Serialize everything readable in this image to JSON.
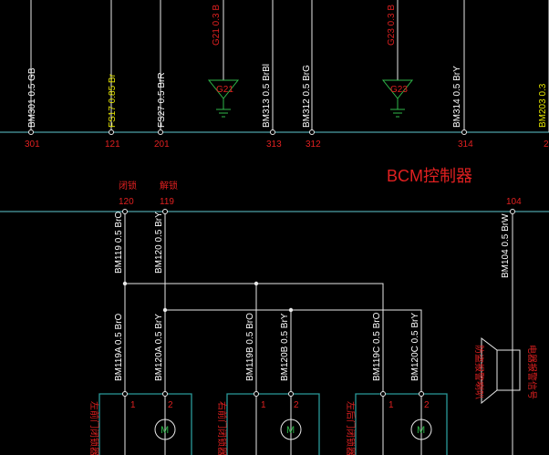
{
  "top_wires": [
    {
      "id": "BM301 0.5 GB",
      "pin": "301",
      "color": "white"
    },
    {
      "id": "FS17 0.85 Br",
      "pin": "121",
      "color": "yellow"
    },
    {
      "id": "FS27 0.5 BrR",
      "pin": "201",
      "color": "white"
    },
    {
      "id": "BM313 0.5 BrBl",
      "pin": "313",
      "color": "white"
    },
    {
      "id": "BM312 0.5 BrG",
      "pin": "312",
      "color": "white"
    },
    {
      "id": "BM314 0.5 BrY",
      "pin": "314",
      "color": "white"
    },
    {
      "id": "BM203 0.3",
      "pin": "2",
      "color": "yellow"
    }
  ],
  "ground_points": [
    {
      "label": "G21",
      "wire": "G21 0.3 B"
    },
    {
      "label": "G23",
      "wire": "G23 0.3 B"
    }
  ],
  "controller": {
    "title": "BCM控制器"
  },
  "bcm_pins": [
    {
      "pin": "120",
      "tag": "闭锁",
      "wire": "BM119 0.5 BrO"
    },
    {
      "pin": "119",
      "tag": "解锁",
      "wire": "BM120 0.5 BrY"
    },
    {
      "pin": "104",
      "wire": "BM104 0.5 BrW"
    }
  ],
  "branch_wires": [
    "BM119A 0.5 BrO",
    "BM120A 0.5 BrY",
    "BM119B 0.5 BrO",
    "BM120B 0.5 BrY",
    "BM119C 0.5 BrO",
    "BM120C 0.5 BrY"
  ],
  "actuators": [
    {
      "name": "左前门闭锁器",
      "pin1": "1",
      "pin2": "2",
      "motor": "M"
    },
    {
      "name": "右前门闭锁器",
      "pin1": "1",
      "pin2": "2",
      "motor": "M"
    },
    {
      "name": "左后门闭锁器",
      "pin1": "1",
      "pin2": "2",
      "motor": "M"
    }
  ],
  "horn": {
    "name": "防盗报警喇叭",
    "side_label": "电器报警信号"
  }
}
